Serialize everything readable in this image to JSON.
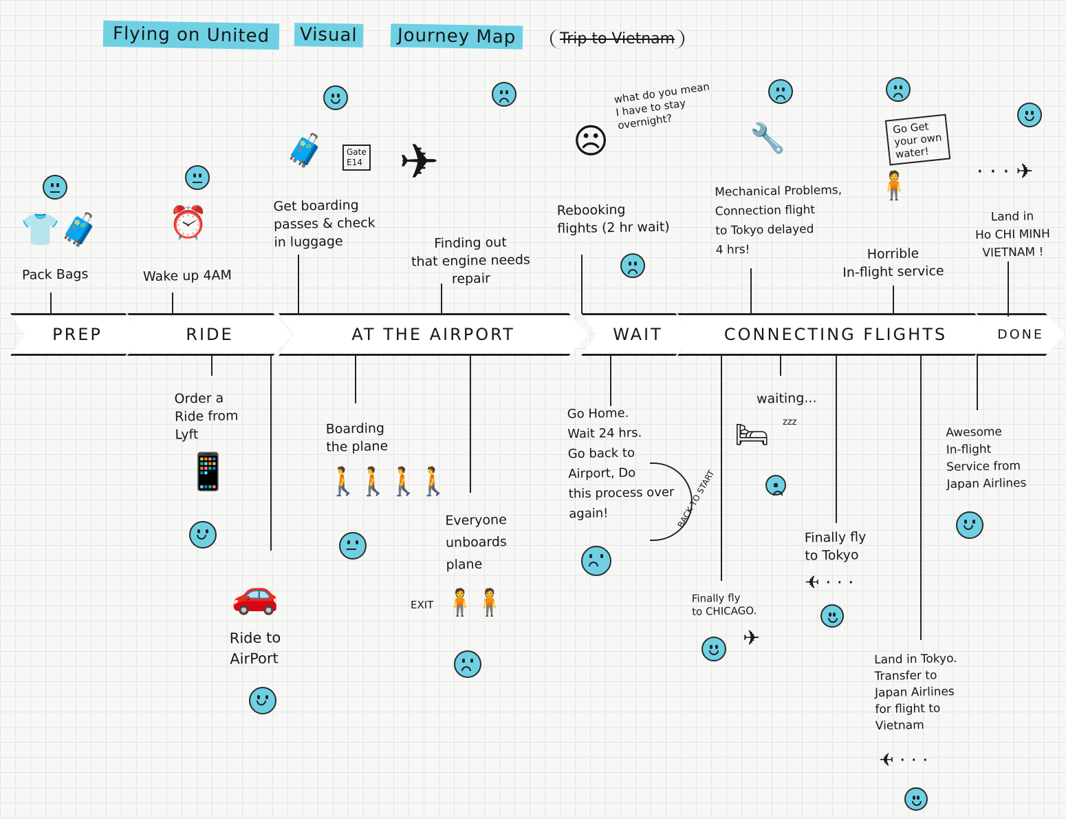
{
  "title": {
    "part1": "Flying on United",
    "part2": "Visual",
    "part3": "Journey Map",
    "struck": "Trip to Vietnam"
  },
  "stages": [
    "PREP",
    "RIDE",
    "AT THE AIRPORT",
    "WAIT",
    "CONNECTING FLIGHTS",
    "DONE"
  ],
  "above": [
    "Pack Bags",
    "Wake up 4AM",
    "Get boarding\npasses & check\nin luggage",
    "Finding out\nthat engine needs\nrepair",
    "Rebooking\nflights (2 hr wait)",
    "Mechanical Problems,\nConnection flight\nto Tokyo delayed\n4 hrs!",
    "Horrible\nIn-flight service",
    "Land in\nHo CHI MINH\nVIETNAM !"
  ],
  "below": [
    "Order a\nRide from\nLyft",
    "Ride to\nAirPort",
    "Boarding\nthe plane",
    "Everyone\nunboards\nplane",
    "Go Home.\nWait 24 hrs.\nGo back to\nAirport, Do\nthis process over\nagain!",
    "Finally fly\nto CHICAGO.",
    "waiting...",
    "Finally fly\nto Tokyo",
    "Land in Tokyo.\nTransfer to\nJapan Airlines\nfor flight to\nVietnam",
    "Awesome\nIn-flight\nService from\nJapan Airlines"
  ],
  "bubbles": {
    "overnight": "what do you mean\nI have to stay\novernight?",
    "water": "Go Get\nyour own\nwater!"
  },
  "annotations": {
    "exit": "EXIT",
    "back_to_start": "BACK TO START",
    "zzz": "zzz",
    "gate": "Gate\nE14"
  },
  "moods": [
    "neutral",
    "neutral",
    "happy",
    "sad",
    "sad",
    "sad",
    "sad",
    "happy",
    "happy",
    "happy",
    "neutral",
    "sad",
    "sad",
    "sad",
    "happy",
    "happy",
    "happy",
    "happy"
  ],
  "colors": {
    "accent": "#6fd0e4",
    "ink": "#161616"
  }
}
